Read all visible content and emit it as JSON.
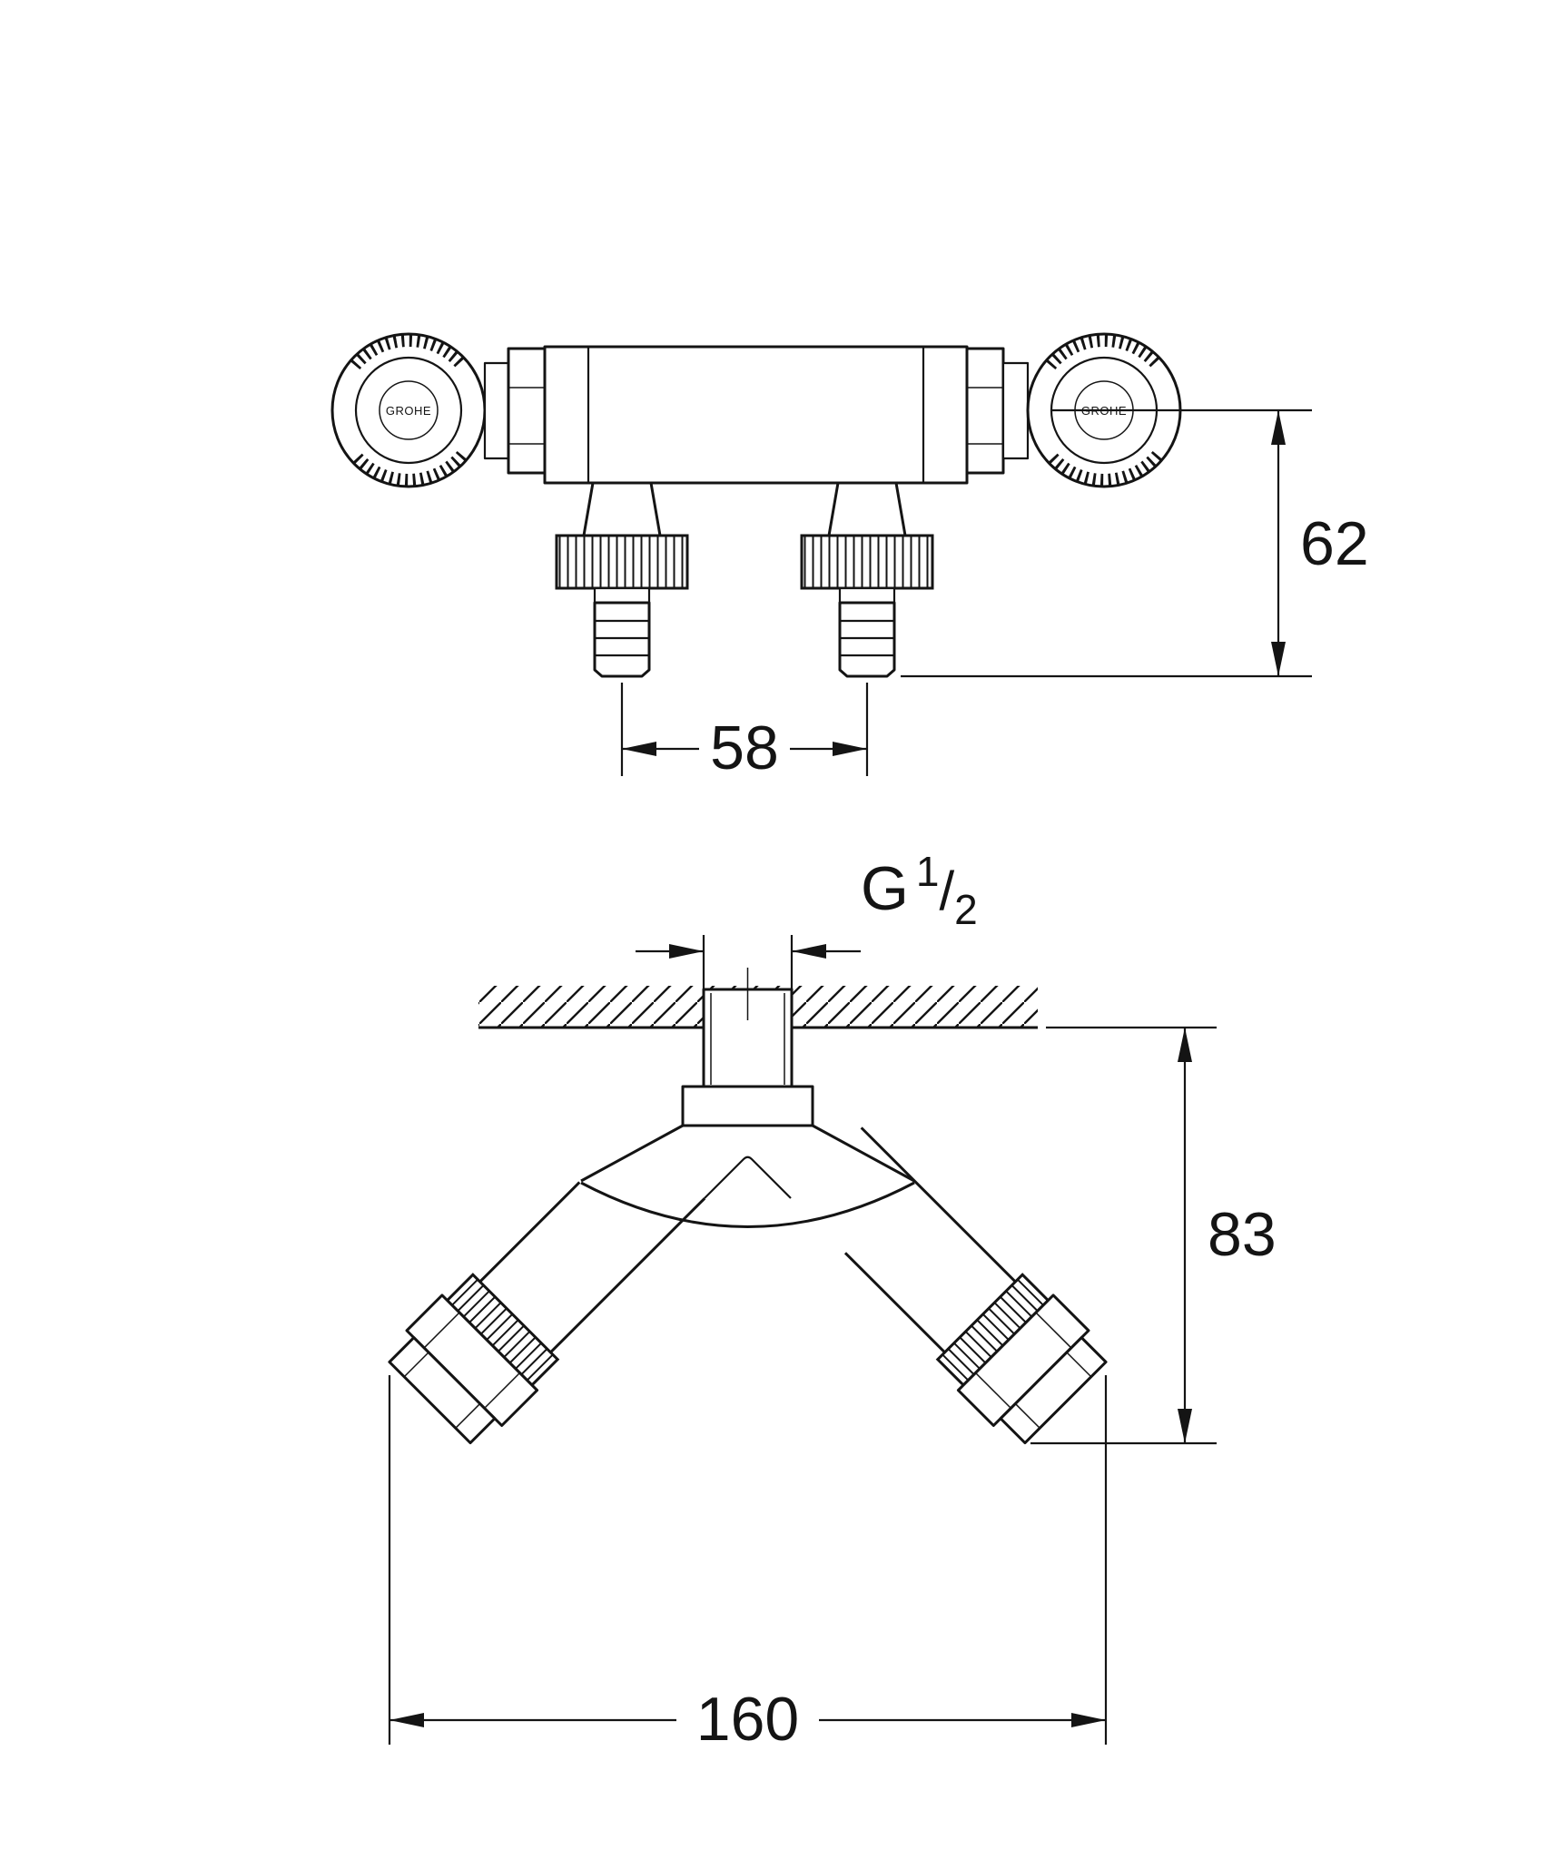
{
  "canvas": {
    "background": "#ffffff",
    "ink": "#141414"
  },
  "front_view": {
    "brand_mark": "GROHE"
  },
  "dimensions": {
    "front_height": "62",
    "outlet_spacing": "58",
    "side_depth": "83",
    "side_width": "160",
    "thread": {
      "prefix": "G",
      "numerator": "1",
      "slash": "/",
      "denominator": "2"
    }
  }
}
